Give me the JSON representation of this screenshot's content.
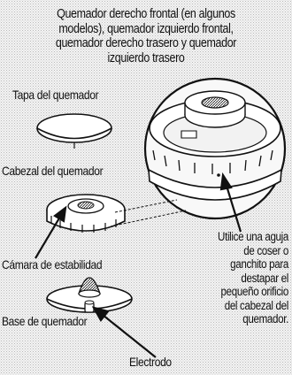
{
  "header": {
    "lines": [
      "Quemador derecho frontal (en algunos",
      "modelos), quemador izquierdo frontal,",
      "quemador derecho trasero y quemador",
      "izquierdo trasero"
    ]
  },
  "labels": {
    "burner_cap": "Tapa del quemador",
    "burner_head": "Cabezal del quemador",
    "stability_chamber": "Cámara de estabilidad",
    "burner_base": "Base de quemador",
    "electrode": "Electrodo"
  },
  "instruction": {
    "lines": [
      "Utilice una aguja",
      "de coser o",
      "ganchito para",
      "destapar el",
      "pequeño orificio",
      "del cabezal del",
      "quemador."
    ]
  },
  "colors": {
    "ink": "#111111",
    "background": "#f4f4f4",
    "part_fill": "#ffffff"
  }
}
